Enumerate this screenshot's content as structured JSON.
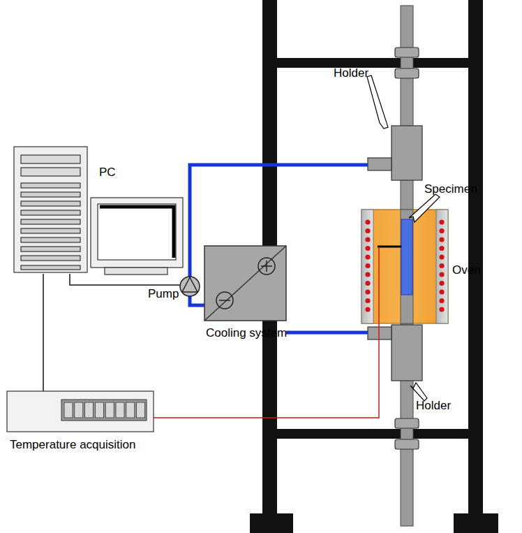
{
  "diagram": {
    "labels": [
      "Holder",
      "Specimen",
      "PC",
      "Oven",
      "Pump",
      "Cooling system",
      "Holder",
      "Temperature acquisition"
    ]
  }
}
